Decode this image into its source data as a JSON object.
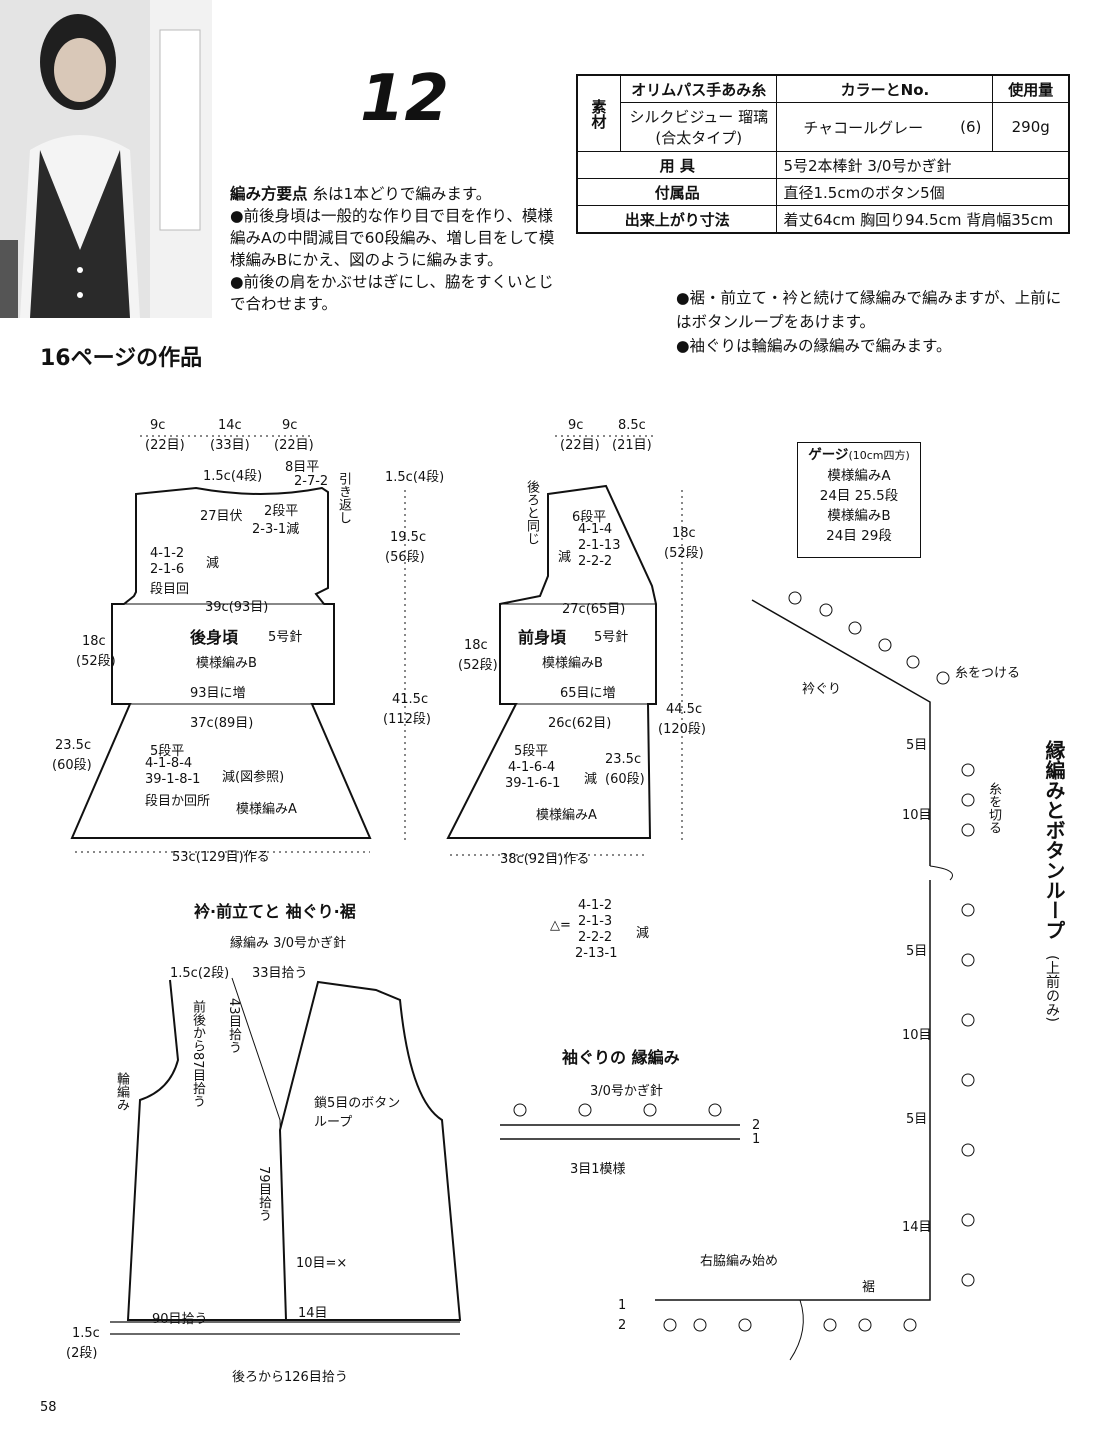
{
  "pattern_number": "12",
  "caption": "16ページの作品",
  "page_number": "58",
  "materials": {
    "row_header": "素材",
    "yarn_brand": "オリムパス手あみ糸",
    "color_header": "カラーとNo.",
    "amount_header": "使用量",
    "yarn_name": "シルクビジュー 瑠璃",
    "yarn_type": "(合太タイプ)",
    "color": "チャコールグレー",
    "color_no": "(6)",
    "amount": "290g",
    "tools_label": "用 具",
    "tools": "5号2本棒針 3/0号かぎ針",
    "accessories_label": "付属品",
    "accessories": "直径1.5cmのボタン5個",
    "size_label": "出来上がり寸法",
    "size": "着丈64cm 胸回り94.5cm 背肩幅35cm"
  },
  "instructions": {
    "title": "編み方要点",
    "line1": "糸は1本どりで編みます。",
    "line2": "●前後身頃は一般的な作り目で目を作り、模様編みAの中間減目で60段編み、増し目をして模様編みBにかえ、図のように編みます。",
    "line3": "●前後の肩をかぶせはぎにし、脇をすくいとじで合わせます。"
  },
  "notes": {
    "line1": "●裾・前立て・衿と続けて縁編みで編みますが、上前にはボタンループをあけます。",
    "line2": "●袖ぐりは輪編みの縁編みで編みます。"
  },
  "gauge": {
    "title": "ゲージ",
    "unit": "(10cm四方)",
    "a_name": "模様編みA",
    "a_value": "24目 25.5段",
    "b_name": "模様編みB",
    "b_value": "24目 29段"
  },
  "back": {
    "top_widths": [
      "9c",
      "14c",
      "9c"
    ],
    "top_stitches": [
      "(22目)",
      "(33目)",
      "(22目)"
    ],
    "neck_height": "1.5c(4段)",
    "shoulder_a": "8目平",
    "shoulder_b": "2-7-2",
    "shoulder_return": "引き返し",
    "neck_bind": "27目伏",
    "neck_dec_a": "2段平",
    "neck_dec_b": "2-3-1減",
    "arm_dec_a": "4-1-2",
    "arm_dec_b": "2-1-6",
    "arm_dec_c": "段目回",
    "arm_dec_label": "減",
    "armhole_height": "19.5c",
    "armhole_rows": "(56段)",
    "yoke_width": "39c(93目)",
    "title": "後身頃",
    "needle": "5号針",
    "pattern_b": "模様編みB",
    "b_height": "18c",
    "b_rows": "(52段)",
    "increase": "93目に増",
    "skirt_width": "37c(89目)",
    "a_height": "23.5c",
    "a_rows": "(60段)",
    "side_dec_a": "5段平",
    "side_dec_b": "4-1-8-4",
    "side_dec_c": "39-1-8-1",
    "side_dec_d": "段目か回所",
    "side_dec_label": "減(図参照)",
    "pattern_a": "模様編みA",
    "total_height": "41.5c",
    "total_rows": "(112段)",
    "cast_on": "53c(129目)作る"
  },
  "front": {
    "top_widths": [
      "9c",
      "8.5c"
    ],
    "top_stitches": [
      "(22目)",
      "(21目)"
    ],
    "same_as_back": "後ろと同じ",
    "neck_flat": "6段平",
    "neck_dec_a": "4-1-4",
    "neck_dec_b": "2-1-13",
    "neck_dec_c": "2-2-2",
    "neck_dec_label": "減",
    "neck_height": "18c",
    "neck_rows": "(52段)",
    "yoke_width": "27c(65目)",
    "title": "前身頃",
    "needle": "5号針",
    "pattern_b": "模様編みB",
    "b_height": "18c",
    "b_rows": "(52段)",
    "increase": "65目に増",
    "skirt_width": "26c(62目)",
    "side_dec_a": "5段平",
    "side_dec_b": "4-1-6-4",
    "side_dec_c": "39-1-6-1",
    "side_dec_label": "減",
    "a_height": "23.5c",
    "a_rows": "(60段)",
    "pattern_a": "模様編みA",
    "total_height": "44.5c",
    "total_rows": "(120段)",
    "cast_on": "38c(92目)作る"
  },
  "triangle_note": {
    "symbol": "△=",
    "a": "4-1-2",
    "b": "2-1-3",
    "c": "2-2-2",
    "d": "2-13-1",
    "label": "減"
  },
  "edging": {
    "title": "衿·前立てと 袖ぐり·裾",
    "subtitle": "縁編み 3/0号かぎ針",
    "edge_height": "1.5c(2段)",
    "pick_33": "33目拾う",
    "pick_43": "43目拾う",
    "pick_front_back": "前後から87目拾う",
    "round_knit": "輪編み",
    "button_loop": "鎖5目のボタンループ",
    "pick_79": "79目拾う",
    "ten_rows": "10目=×",
    "fourteen": "14目",
    "pick_90": "90目拾う",
    "bottom_height": "1.5c",
    "bottom_rows": "(2段)",
    "pick_126": "後ろから126目拾う"
  },
  "armhole_edging": {
    "title": "袖ぐりの 縁編み",
    "hook": "3/0号かぎ針",
    "row_2": "2",
    "row_1": "1",
    "repeat": "3目1模様"
  },
  "loop_chart": {
    "neckline": "衿ぐり",
    "attach_yarn": "糸をつける",
    "cut_yarn": "糸を切る",
    "title": "縁編みとボタンループ",
    "subtitle": "(上前のみ)",
    "gap_5a": "5目",
    "gap_10a": "10目",
    "gap_5b": "5目",
    "gap_10b": "10目",
    "gap_5c": "5目",
    "gap_14": "14目",
    "hem": "裾",
    "start": "右脇編み始め",
    "row_1": "1",
    "row_2": "2"
  }
}
